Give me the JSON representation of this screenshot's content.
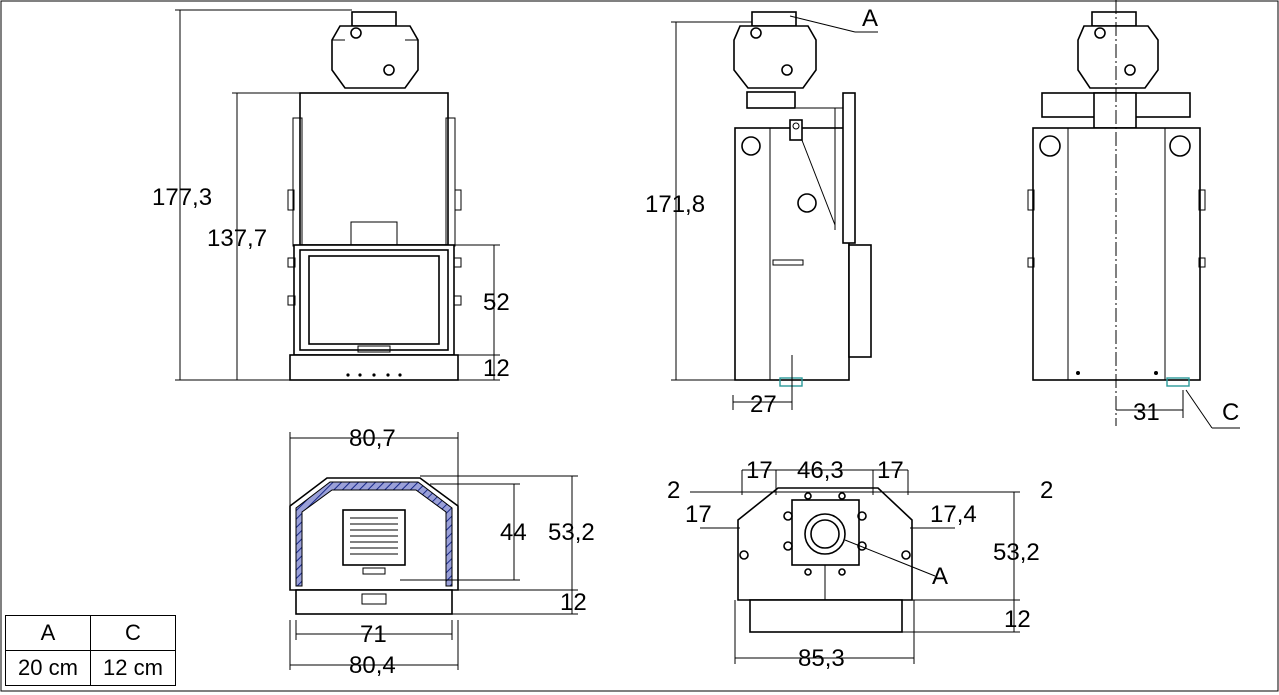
{
  "front_view": {
    "total_height": "177,3",
    "body_height": "137,7",
    "glass_height": "52",
    "base_height": "12"
  },
  "side_view": {
    "height": "171,8",
    "offset": "27",
    "label_a": "A"
  },
  "rear_view": {
    "offset": "31",
    "label_c": "C"
  },
  "plan_front": {
    "top_width": "80,7",
    "depth_inner": "44",
    "depth_total": "53,2",
    "base": "12",
    "inner_width": "71",
    "bottom_width": "80,4"
  },
  "plan_side": {
    "left_17": "17",
    "center_width": "46,3",
    "right_17": "17",
    "left_2": "2",
    "right_2": "2",
    "left_side_17": "17",
    "right_side": "17,4",
    "depth": "53,2",
    "base": "12",
    "total_width": "85,3",
    "label_a": "A"
  },
  "legend": {
    "headers": [
      "A",
      "C"
    ],
    "values": [
      "20 cm",
      "12 cm"
    ]
  }
}
